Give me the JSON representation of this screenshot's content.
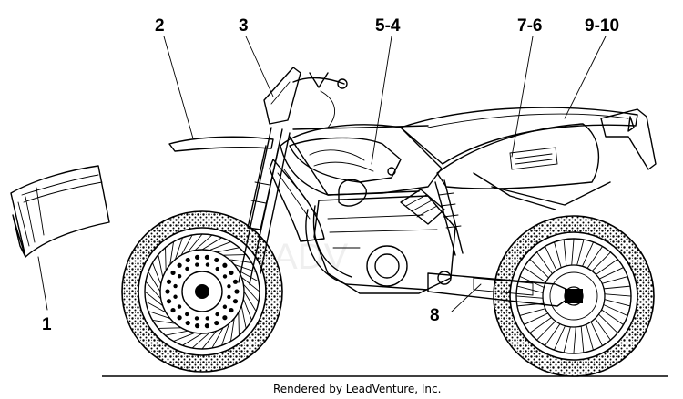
{
  "callouts": [
    {
      "id": "1",
      "label": "1"
    },
    {
      "id": "2",
      "label": "2"
    },
    {
      "id": "3",
      "label": "3"
    },
    {
      "id": "5-4",
      "label": "5-4"
    },
    {
      "id": "7-6",
      "label": "7-6"
    },
    {
      "id": "8",
      "label": "8"
    },
    {
      "id": "9-10",
      "label": "9-10"
    }
  ],
  "caption": "Rendered by LeadVenture, Inc.",
  "watermark": "ADV",
  "colors": {
    "ink": "#000000",
    "paper": "#ffffff"
  }
}
